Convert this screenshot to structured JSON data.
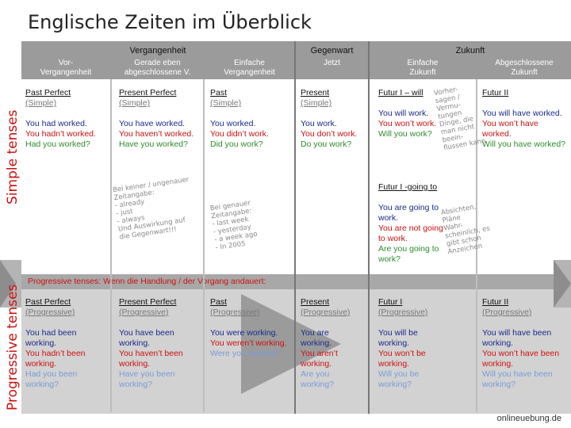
{
  "title": "Englische Zeiten im Überblick",
  "headers": {
    "past": "Vergangenheit",
    "present": "Gegenwart",
    "future": "Zukunft",
    "sub": {
      "vor": "Vor-\nVergangenheit",
      "gerade": "Gerade eben\nabgeschlossene V.",
      "einfachev": "Einfache\nVergangenheit",
      "jetzt": "Jetzt",
      "einfachez": "Einfache\nZukunft",
      "abgeschlossen": "Abgeschlossene\nZukunft"
    }
  },
  "side_labels": {
    "simple": "Simple tenses",
    "progressive": "Progressive tenses"
  },
  "progressive_banner": "Progressive tenses: Wenn die Handlung / der Vorgang andauert:",
  "simple": {
    "past_perfect": {
      "name": "Past Perfect",
      "sub": "(Simple)",
      "pos": "You had worked.",
      "neg": "You hadn’t worked.",
      "q": "Had you worked?"
    },
    "present_perfect": {
      "name": "Present Perfect",
      "sub": "(Simple)",
      "pos": "You have worked.",
      "neg": "You haven’t worked.",
      "q": "Have you worked?"
    },
    "past": {
      "name": "Past",
      "sub": "(Simple)",
      "pos": "You worked.",
      "neg": "You didn’t work.",
      "q": "Did you work?"
    },
    "present": {
      "name": "Present",
      "sub": "(Simple)",
      "pos": "You work.",
      "neg": "You don’t work.",
      "q": "Do you work?"
    },
    "futur1": {
      "name": "Futur I – will",
      "pos": "You will work.",
      "neg": "You won’t work.",
      "q": "Will you work?"
    },
    "futur1_going": {
      "name": "Futur I -going to",
      "pos": "You are going to work.",
      "neg": "You are not going to work.",
      "q": "Are you going to work?"
    },
    "futur2": {
      "name": "Futur II",
      "pos": "You will have worked.",
      "neg": "You won’t have worked.",
      "q": "Will you have worked?"
    }
  },
  "progressive": {
    "past_perfect": {
      "name": "Past Perfect",
      "sub": "(Progressive)",
      "pos": "You had been working.",
      "neg": "You hadn’t been working.",
      "q": "Had you been working?"
    },
    "present_perfect": {
      "name": "Present Perfect",
      "sub": "(Progressive)",
      "pos": "You have been working.",
      "neg": "You haven’t been working.",
      "q": "Have you been working?"
    },
    "past": {
      "name": "Past",
      "sub": "(Progressive)",
      "pos": "You were working.",
      "neg": "You weren’t working.",
      "q": "Were you working?"
    },
    "present": {
      "name": "Present",
      "sub": "(Progressive)",
      "pos": "You are working.",
      "neg": "You aren’t working.",
      "q": "Are you working?"
    },
    "futur1": {
      "name": "Futur I",
      "sub": "(Progressive)",
      "pos": "You will be working.",
      "neg": "You won’t be working.",
      "q": "Will you be working?"
    },
    "futur2": {
      "name": "Futur II",
      "sub": "(Progressive)",
      "pos": "You will have been working.",
      "neg": "You won’t have been working.",
      "q": "Will you have been working?"
    }
  },
  "notes": {
    "present_perfect": "Bei keiner / ungenauer\nZeitangabe:\n- already\n- just\n- always\nUnd Auswirkung auf\ndie Gegenwart!!!",
    "past": "Bei genauer\nZeitangabe:\n- last week\n- yesterday\n- a week ago\n- In 2005",
    "will": "Vorher-\nsagen /\nVermu-\ntungen\nDinge, die\nman nicht\nbeein-\nflussen kann",
    "going": "Absichten,\nPläne\nWahr-\nscheinlich, es\ngibt schon\nAnzeichen"
  },
  "footer": "onlineuebung.de",
  "colors": {
    "header": "#9b9b9b",
    "positive": "#1a2a8a",
    "negative": "#cc1111",
    "question": "#2e8b2e",
    "question_progressive": "#7a9bd6",
    "progressive_bg": "#d2d2d2"
  }
}
